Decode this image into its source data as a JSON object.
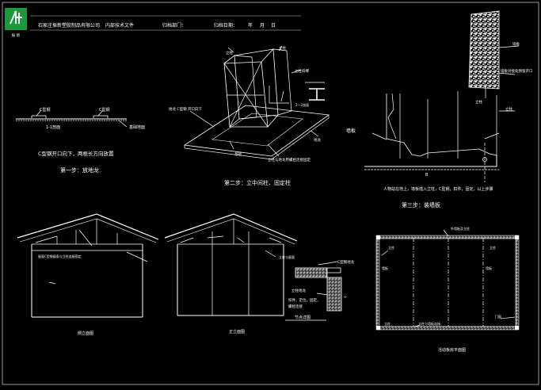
{
  "header": {
    "company": "石家庄振新塑胶制品有限公司",
    "doc_type": "内部技术文件",
    "dept_label": "归档部门：",
    "date_label": "归档日期：",
    "year": "年",
    "month": "月",
    "day": "日",
    "logo_caption": "振 新"
  },
  "step1": {
    "label_a": "C型钢",
    "label_b": "C型钢",
    "section": "1-1剖面",
    "ground_label": "基础地面",
    "note": "C型钢开口向下，两根长方向放置",
    "title": "第一步：放地龙"
  },
  "step2": {
    "label_top1": "立柱",
    "label_top2": "立柱",
    "label_right": "立柱斜撑",
    "label_section": "2—2剖面",
    "label_left": "地龙 C型钢 开口向下",
    "label_base": "基础",
    "label_bottom": "立柱与地龙用螺栓连接固定",
    "label_corner": "地龙",
    "title": "第二步：立中间柱、固定柱"
  },
  "step3": {
    "label_top": "墙板",
    "label_right1": "墙板对接处预留开口",
    "label_right2": "立柱",
    "label_mid": "立柱",
    "label_left": "墙板",
    "label_b": "B",
    "note": "人物站在地上，墙板插入立柱，C型钢，扣件，固定，以上步骤",
    "title": "第三步：装墙板"
  },
  "house1": {
    "label_mid": "屋面C型钢檩条与立柱连接固定",
    "caption": "侧立面图"
  },
  "house2": {
    "label_right": "立柱与屋面",
    "caption": "正立面图"
  },
  "detail": {
    "label_top": "C型钢地龙",
    "label_mid1": "立柱地龙",
    "label_mid2": "扣件，定位，固定，",
    "label_mid3": "螺栓连接",
    "title": "节点详图"
  },
  "plan": {
    "label_top": "外墙板及立柱",
    "label_left_top": "立柱",
    "label_left_mid": "墙板",
    "label_right_top": "立柱",
    "label_right_mid": "墙板",
    "label_bottom_left": "立柱",
    "label_bottom_mid": "立柱与墙板连接",
    "label_right_bottom": "门窗",
    "caption": "活动板房平面图"
  },
  "colors": {
    "background": "#000000",
    "line": "#ffffff",
    "logo_green": "#1a9a3c",
    "hatch": "#bbbbbb"
  }
}
